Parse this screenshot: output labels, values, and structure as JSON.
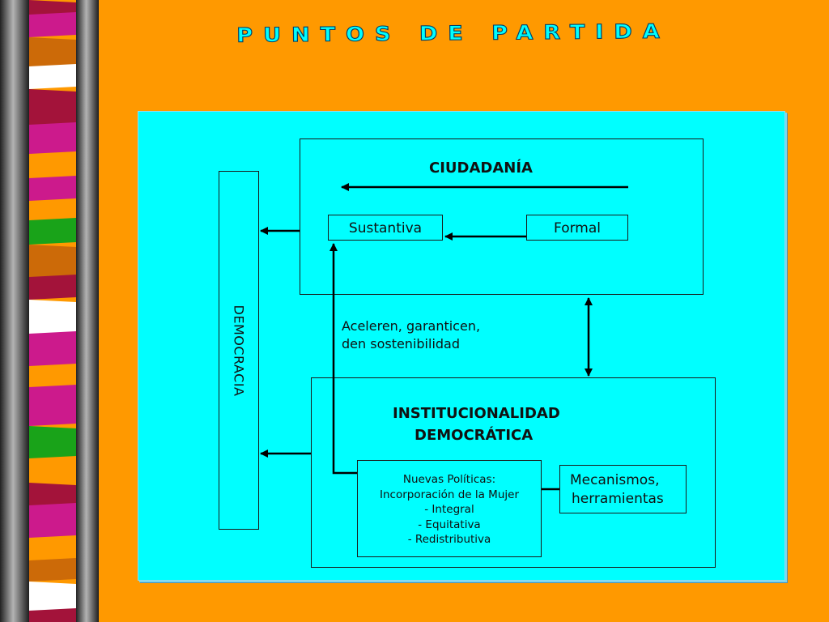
{
  "slide": {
    "title": "PUNTOS DE PARTIDA",
    "colors": {
      "background": "#ff9900",
      "panel": "#00ffff",
      "title_fill": "#00ffff",
      "title_stroke": "#003d66",
      "stripe_magenta": "#cc1a8c",
      "stripe_crimson": "#a3133a",
      "stripe_green": "#19a319",
      "stripe_orange": "#ff9900",
      "stripe_brown": "#cc6a08",
      "stripe_white": "#ffffff"
    }
  },
  "diagram": {
    "democracia": "DEMOCRACIA",
    "ciudadania": {
      "title": "CIUDADANÍA",
      "sustantiva": "Sustantiva",
      "formal": "Formal"
    },
    "aceleren": {
      "line1": "Aceleren, garanticen,",
      "line2": "den sostenibilidad"
    },
    "institucionalidad": {
      "line1": "INSTITUCIONALIDAD",
      "line2": "DEMOCRÁTICA"
    },
    "nuevas_politicas": {
      "line1": "Nuevas Políticas:",
      "line2": "Incorporación de la Mujer",
      "line3": "- Integral",
      "line4": "- Equitativa",
      "line5": "- Redistributiva"
    },
    "mecanismos": {
      "line1": "Mecanismos,",
      "line2": "herramientas"
    }
  }
}
